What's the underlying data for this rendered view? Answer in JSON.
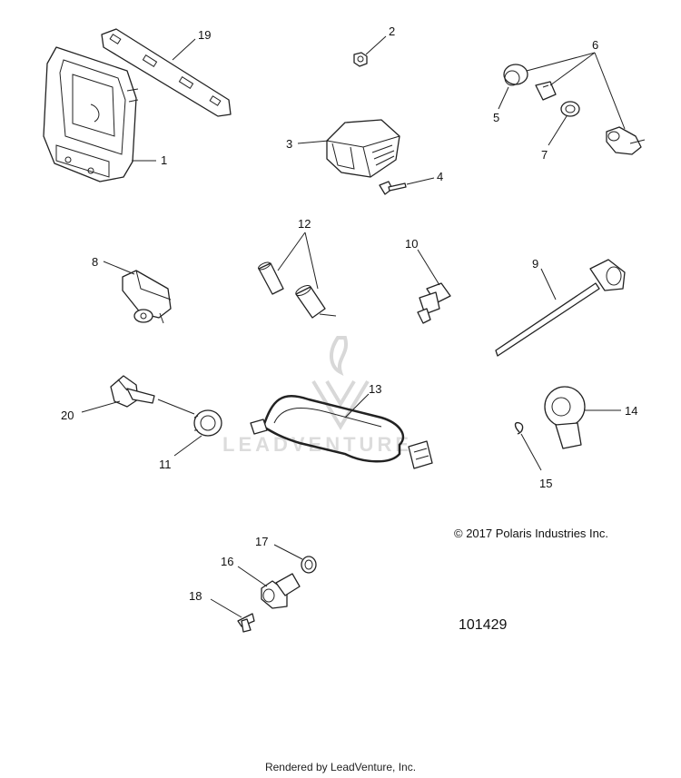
{
  "diagram": {
    "callouts": {
      "c1": "1",
      "c2": "2",
      "c3": "3",
      "c4": "4",
      "c5": "5",
      "c6": "6",
      "c7": "7",
      "c8": "8",
      "c9": "9",
      "c10": "10",
      "c11": "11",
      "c12": "12",
      "c13": "13",
      "c14": "14",
      "c15": "15",
      "c16": "16",
      "c17": "17",
      "c18": "18",
      "c19": "19",
      "c20": "20"
    },
    "watermark": "LEADVENTURE",
    "copyright": "© 2017 Polaris Industries Inc.",
    "reference_number": "101429"
  },
  "footer": {
    "rendered_by": "Rendered by LeadVenture, Inc."
  }
}
